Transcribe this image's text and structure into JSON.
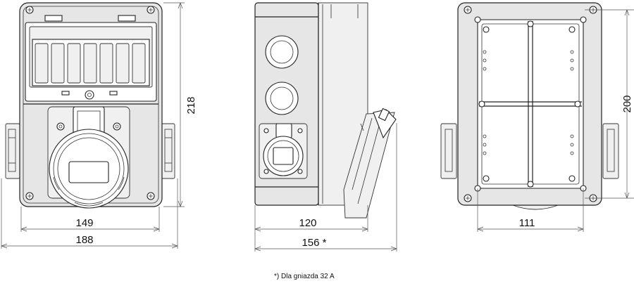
{
  "dimensions": {
    "front_inner_width": "149",
    "front_total_width": "188",
    "front_height": "218",
    "side_depth": "120",
    "side_total_depth": "156 *",
    "back_inner_width": "111",
    "back_inner_height": "200"
  },
  "footnote": "*) Dla gniazda 32 A"
}
